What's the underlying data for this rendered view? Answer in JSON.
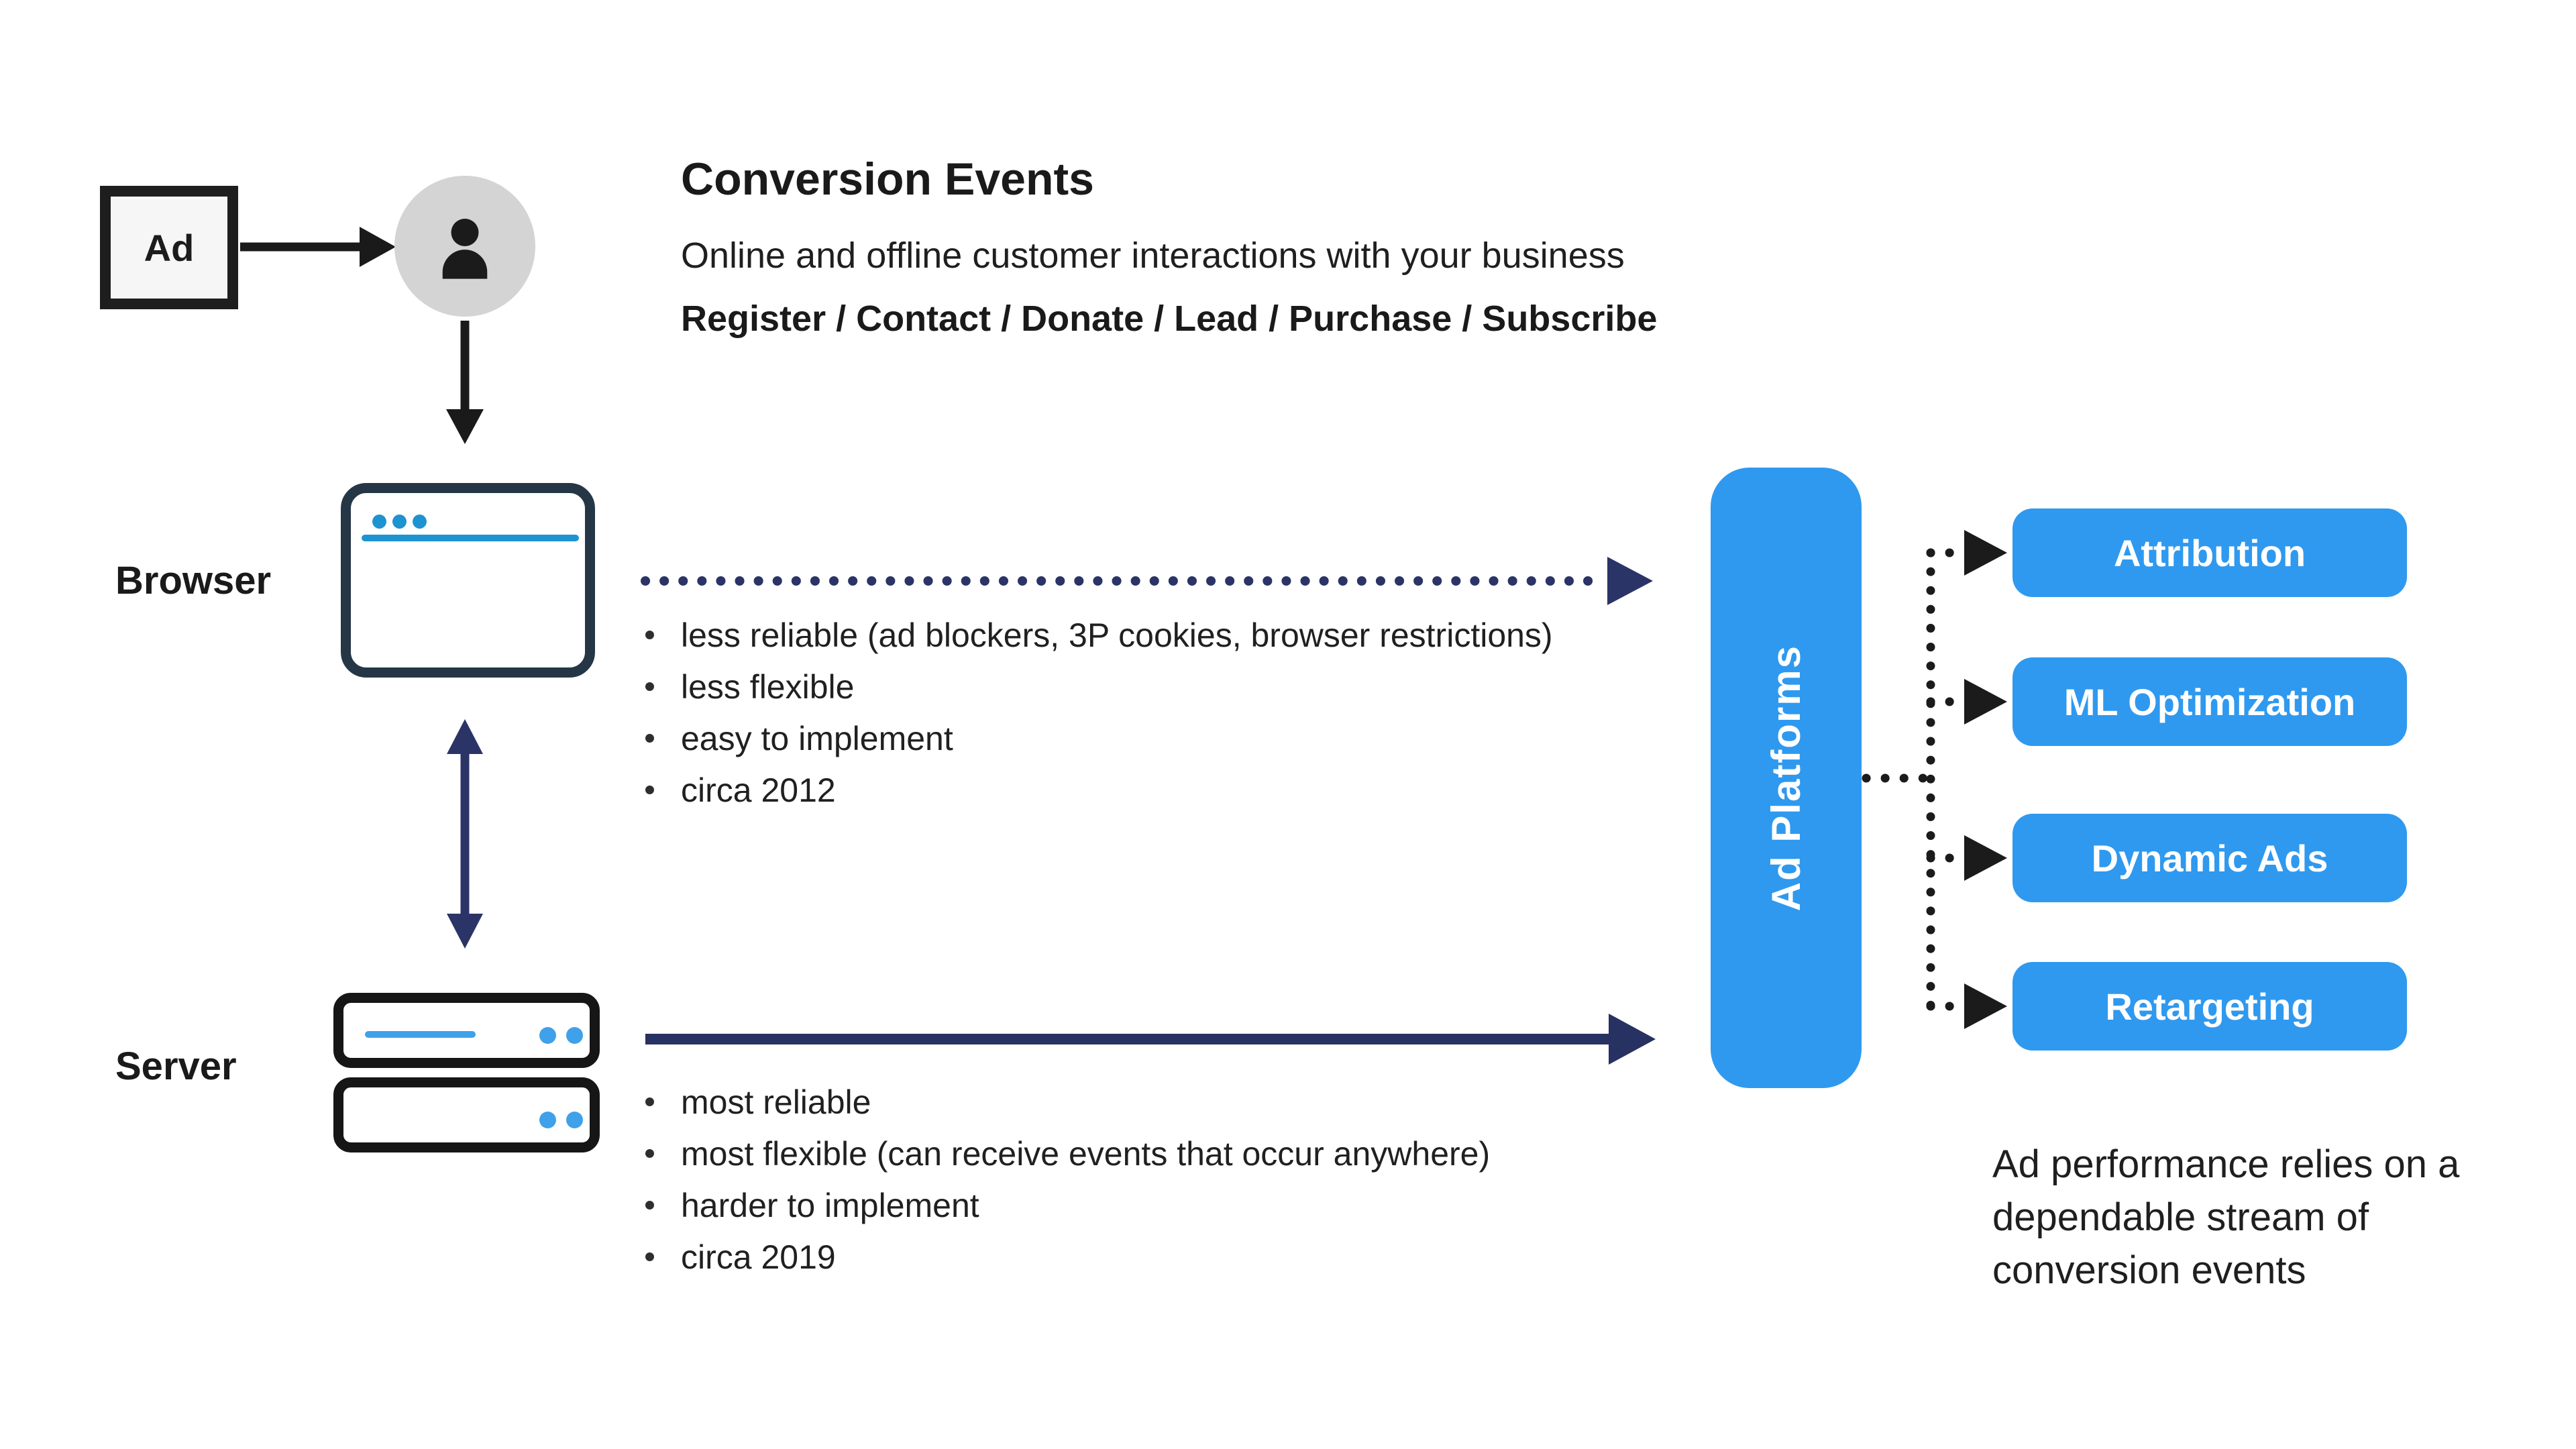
{
  "header": {
    "title": "Conversion Events",
    "subtitle": "Online and offline customer interactions with your business",
    "examples": "Register / Contact / Donate / Lead / Purchase / Subscribe"
  },
  "ad_box": {
    "label": "Ad"
  },
  "browser": {
    "label": "Browser",
    "notes": [
      "less reliable (ad blockers, 3P cookies, browser restrictions)",
      "less flexible",
      "easy to implement",
      "circa 2012"
    ]
  },
  "server": {
    "label": "Server",
    "notes": [
      "most reliable",
      "most flexible (can receive events that occur anywhere)",
      "harder to implement",
      "circa 2019"
    ]
  },
  "ad_platforms": {
    "label": "Ad Platforms",
    "capabilities": [
      "Attribution",
      "ML Optimization",
      "Dynamic Ads",
      "Retargeting"
    ]
  },
  "caption": {
    "lines": [
      "Ad performance relies on a",
      "dependable stream of",
      "conversion events"
    ]
  },
  "colors": {
    "background": "#ffffff",
    "primary_blue": "#2f99ef",
    "browser_accent": "#1e93d2",
    "server_accent": "#3fa1e9",
    "navy_arrow": "#2b3467",
    "black_arrow": "#1a1a1a",
    "browser_border": "#253746",
    "text": "#1d1d1d"
  }
}
